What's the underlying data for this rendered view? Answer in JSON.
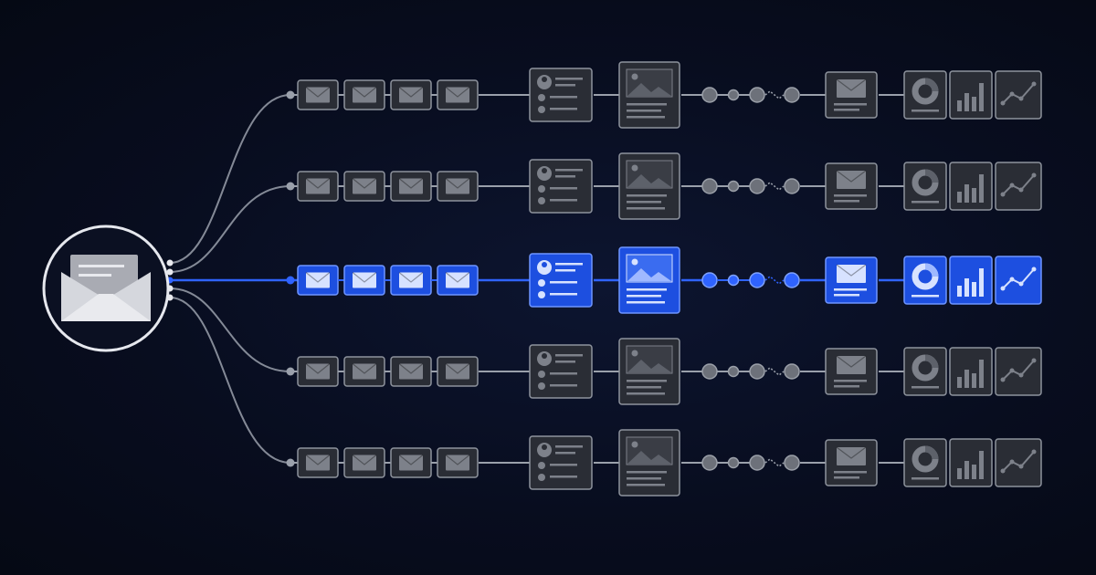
{
  "diagram": {
    "source": {
      "icon": "open-envelope-icon"
    },
    "rows": [
      {
        "id": "row-1",
        "highlighted": false
      },
      {
        "id": "row-2",
        "highlighted": false
      },
      {
        "id": "row-3",
        "highlighted": true
      },
      {
        "id": "row-4",
        "highlighted": false
      },
      {
        "id": "row-5",
        "highlighted": false
      }
    ],
    "stages": [
      {
        "name": "email-sequence",
        "icon": "envelope-icon",
        "count": 4
      },
      {
        "name": "contact-list",
        "icon": "contact-list-icon"
      },
      {
        "name": "content-document",
        "icon": "image-document-icon"
      },
      {
        "name": "workflow-steps",
        "icon": "node-chain-icon"
      },
      {
        "name": "email-send",
        "icon": "envelope-icon"
      },
      {
        "name": "analytics",
        "icons": [
          "donut-chart-icon",
          "bar-chart-icon",
          "line-chart-icon"
        ]
      }
    ]
  },
  "colors": {
    "background": "#070c1d",
    "line": "#9aa0ab",
    "tile_fill": "#2a2d35",
    "tile_stroke": "#8e939d",
    "icon": "#7d818a",
    "accent": "#2f63ff",
    "accent_fill": "#1d4fe0",
    "accent_icon": "#d7e2ff",
    "source_circle": "#e6e8ee",
    "source_fill": "#0b1022"
  }
}
